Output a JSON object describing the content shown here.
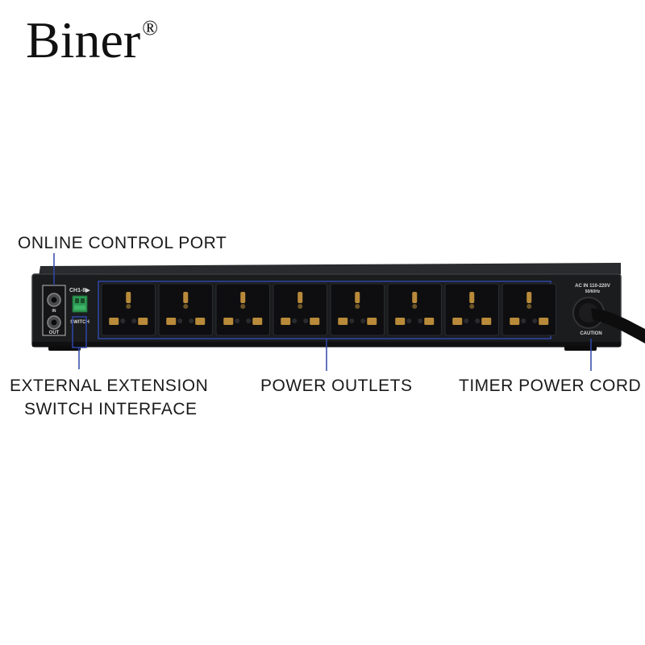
{
  "brand": {
    "name": "Biner",
    "mark": "®"
  },
  "callouts": {
    "online_control_port": "ONLINE CONTROL PORT",
    "external_extension_line1": "EXTERNAL EXTENSION",
    "external_extension_line2": "SWITCH INTERFACE",
    "power_outlets": "POWER OUTLETS",
    "timer_power_cord": "TIMER POWER CORD"
  },
  "panel_labels": {
    "port_in": "IN",
    "port_out": "OUT",
    "channel": "CH1-8▶",
    "switch": "SWITCH",
    "ac_rating": "AC IN 110-220V",
    "frequency": "50/60Hz",
    "caution": "CAUTION"
  },
  "outlets": {
    "count": 8
  },
  "icons": [
    "socket-icon",
    "rj-port-icon",
    "terminal-block-icon",
    "power-cord-icon"
  ],
  "colors": {
    "panel": "#1b1c1e",
    "panel_edge": "#3a3b3d",
    "leader_line": "#2f47a8",
    "terminal": "#2e9b54",
    "socket_face": "#0e0e10",
    "brass": "#b88a3a"
  }
}
